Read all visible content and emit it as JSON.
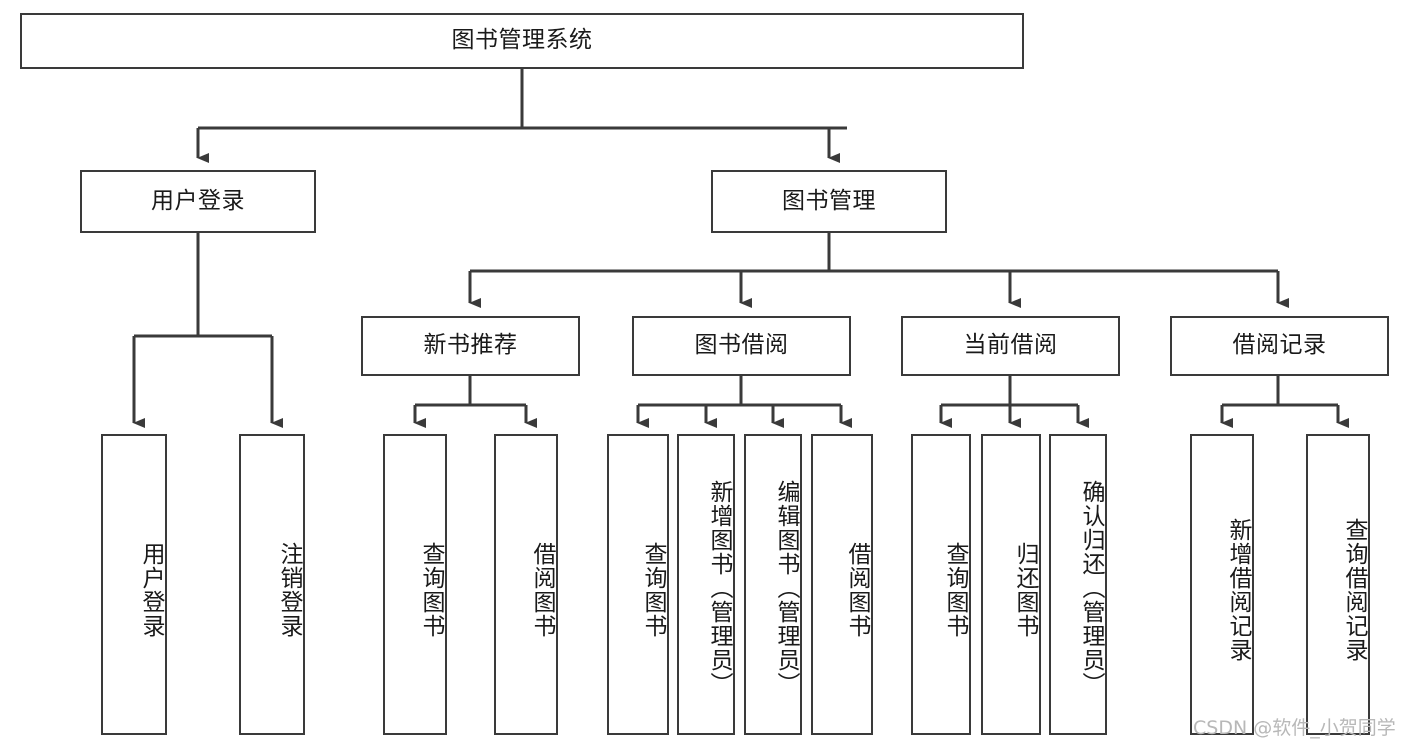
{
  "diagram": {
    "title": "图书管理系统",
    "type": "tree-hierarchy",
    "orientation": "top-down",
    "colors": {
      "box_border": "#3a3a3a",
      "box_fill": "#ffffff",
      "connector": "#3a3a3a",
      "text": "#1a1a1a",
      "watermark": "#b8b8b8"
    },
    "root": {
      "label": "图书管理系统"
    },
    "level2": [
      {
        "label": "用户登录"
      },
      {
        "label": "图书管理"
      }
    ],
    "level3": [
      {
        "label": "新书推荐"
      },
      {
        "label": "图书借阅"
      },
      {
        "label": "当前借阅"
      },
      {
        "label": "借阅记录"
      }
    ],
    "leaves": {
      "user_login": [
        {
          "label": "用户登录"
        },
        {
          "label": "注销登录"
        }
      ],
      "new_book_recommend": [
        {
          "label": "查询图书"
        },
        {
          "label": "借阅图书"
        }
      ],
      "book_borrow": [
        {
          "label": "查询图书"
        },
        {
          "label": "新增图书（管理员）"
        },
        {
          "label": "编辑图书（管理员）"
        },
        {
          "label": "借阅图书"
        }
      ],
      "current_borrow": [
        {
          "label": "查询图书"
        },
        {
          "label": "归还图书"
        },
        {
          "label": "确认归还（管理员）"
        }
      ],
      "borrow_records": [
        {
          "label": "新增借阅记录"
        },
        {
          "label": "查询借阅记录"
        }
      ]
    },
    "watermark": "CSDN @软件_小贺同学"
  }
}
